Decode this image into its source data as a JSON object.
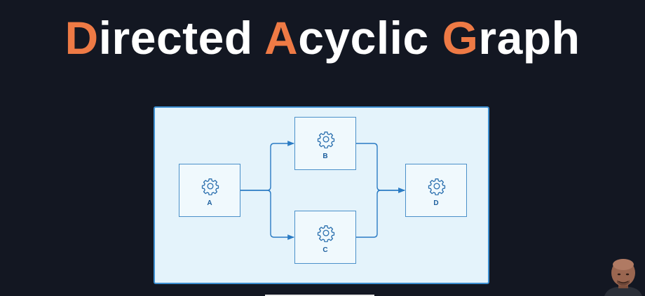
{
  "title": {
    "w1_first": "D",
    "w1_rest": "irected",
    "w2_first": "A",
    "w2_rest": "cyclic",
    "w3_first": "G",
    "w3_rest": "raph"
  },
  "colors": {
    "background": "#131722",
    "accent": "#ee7a45",
    "panel": "#e4f3fb",
    "node_border": "#4a90c9",
    "edge": "#2a7bc4"
  },
  "diagram": {
    "nodes": [
      {
        "id": "A",
        "label": "A",
        "icon": "gear-icon"
      },
      {
        "id": "B",
        "label": "B",
        "icon": "gear-icon"
      },
      {
        "id": "C",
        "label": "C",
        "icon": "gear-icon"
      },
      {
        "id": "D",
        "label": "D",
        "icon": "gear-icon"
      }
    ],
    "edges": [
      {
        "from": "A",
        "to": "B"
      },
      {
        "from": "A",
        "to": "C"
      },
      {
        "from": "B",
        "to": "D"
      },
      {
        "from": "C",
        "to": "D"
      }
    ]
  }
}
